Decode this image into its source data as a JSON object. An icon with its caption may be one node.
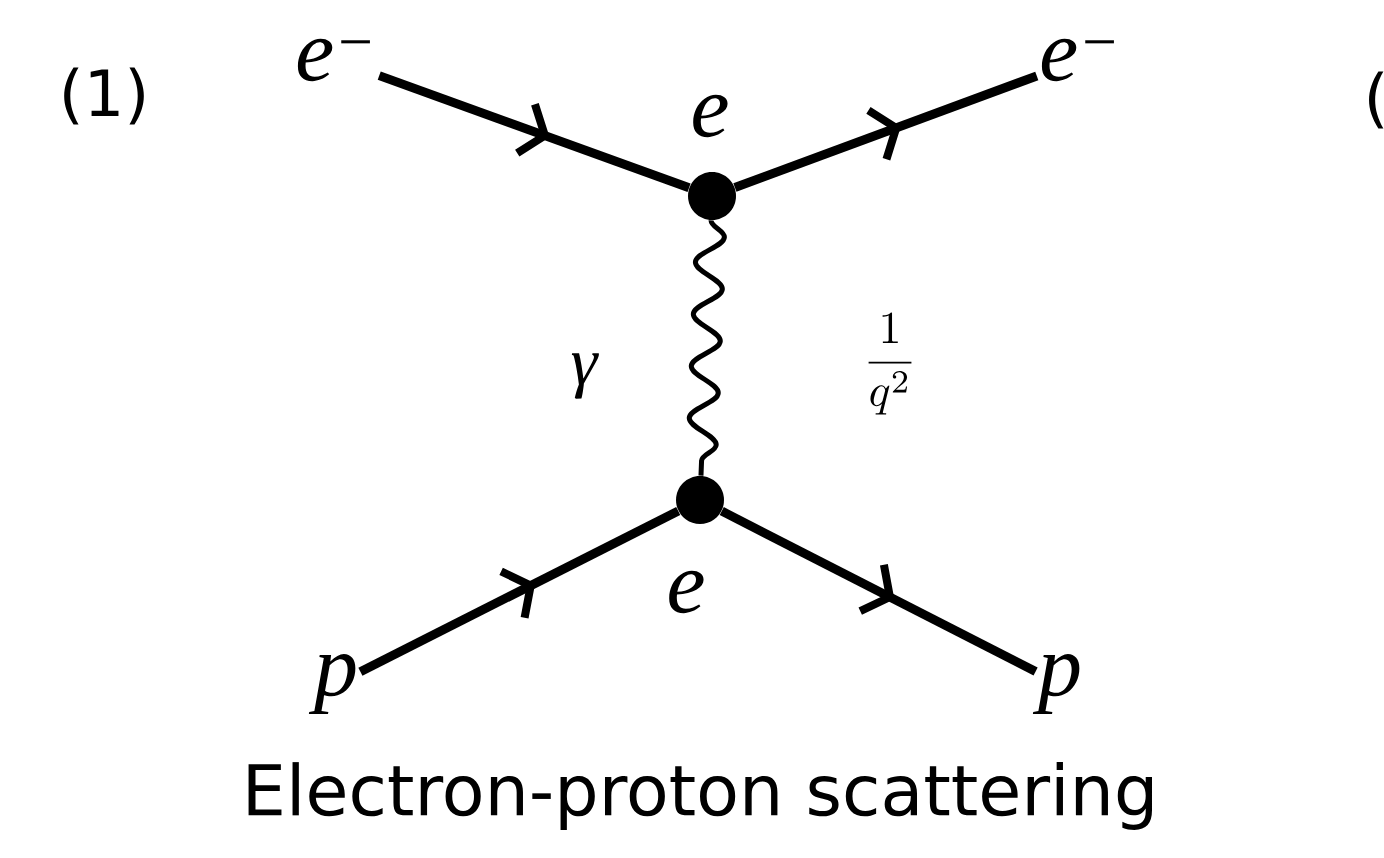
{
  "diagram": {
    "caption": "Electron-proton scattering",
    "nodes": [
      {
        "text": [
          "*e*$^{−}$"
        ]
      },
      {
        "text": [],
        "shape": "circle"
      },
      {
        "text": [
          "*e*$^{−}$"
        ]
      },
      {
        "text": [
          "p"
        ]
      },
      {
        "text": [],
        "shape": "circle"
      },
      {
        "text": [
          "p"
        ]
      }
    ],
    "edges": [
      {
        "from": 0,
        "to": 1,
        "arrow": "to"
      },
      {
        "from": 1,
        "to": 2,
        "arrow": "to"
      },
      {
        "from": 3,
        "to": 4,
        "arrow": "to"
      },
      {
        "from": 4,
        "to": 5,
        "arrow": "to"
      },
      {
        "from": 1,
        "to": 4,
        "arrow": "none"
      }
    ],
    "labels": [
      "(1)",
      "e",
      "γ",
      "\\frac{1}{q^{2}}",
      "e",
      "("
    ]
  }
}
